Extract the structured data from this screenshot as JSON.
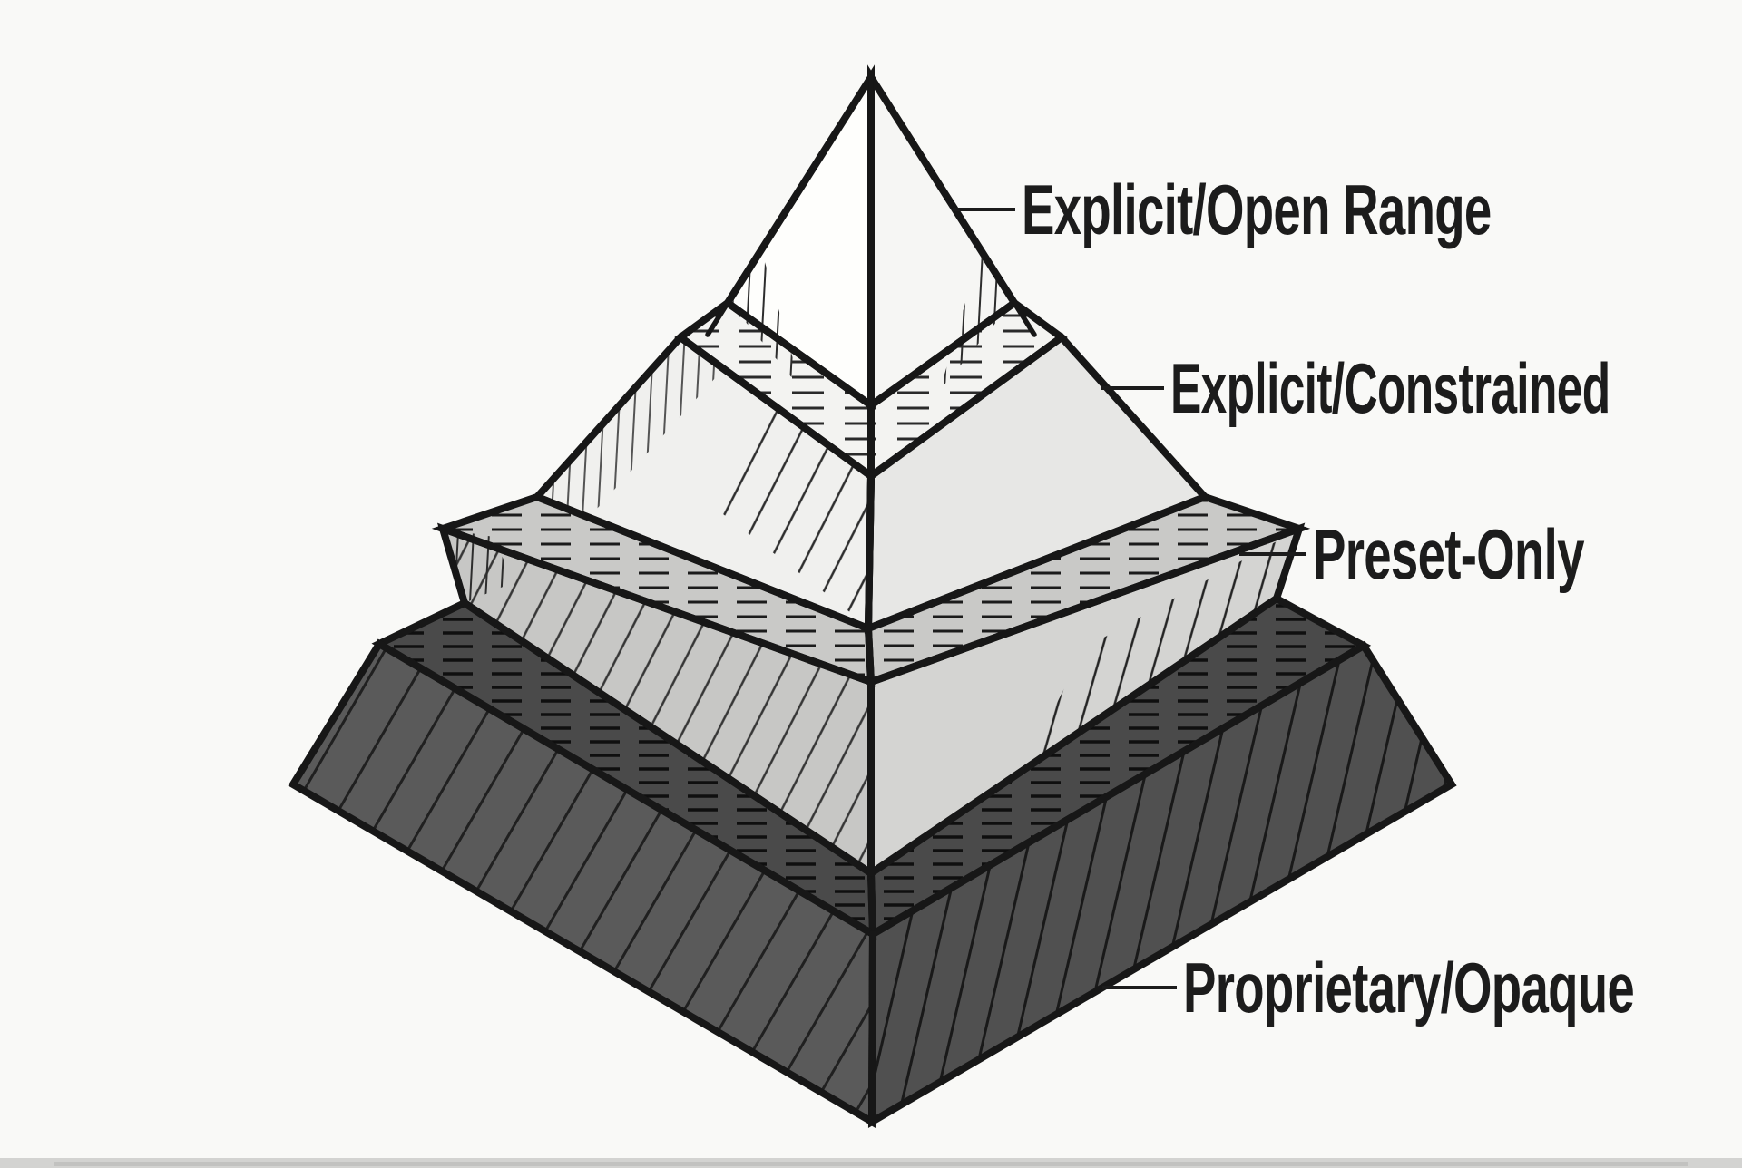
{
  "diagram": {
    "type": "stepped-pyramid",
    "description": "Four-tier hand-drawn stepped pyramid, corner view, labeled top to bottom",
    "background": "#f9f9f7",
    "outline_color": "#171717",
    "text_color": "#1c1c1c",
    "levels": [
      {
        "rank": 1,
        "position": "top",
        "label": "Explicit/Open Range",
        "face_left": "#fefefc",
        "face_right": "#f6f6f4"
      },
      {
        "rank": 2,
        "position": "second",
        "label": "Explicit/Constrained",
        "band": "#f3f3f1",
        "face_left": "#f0f0ee",
        "face_right": "#e7e7e5"
      },
      {
        "rank": 3,
        "position": "third",
        "label": "Preset-Only",
        "band": "#c9c9c7",
        "face_left": "#c7c7c5",
        "face_right": "#d4d4d2"
      },
      {
        "rank": 4,
        "position": "base",
        "label": "Proprietary/Opaque",
        "band": "#4a4a4a",
        "face_left": "#5a5a5a",
        "face_right": "#505050"
      }
    ]
  }
}
